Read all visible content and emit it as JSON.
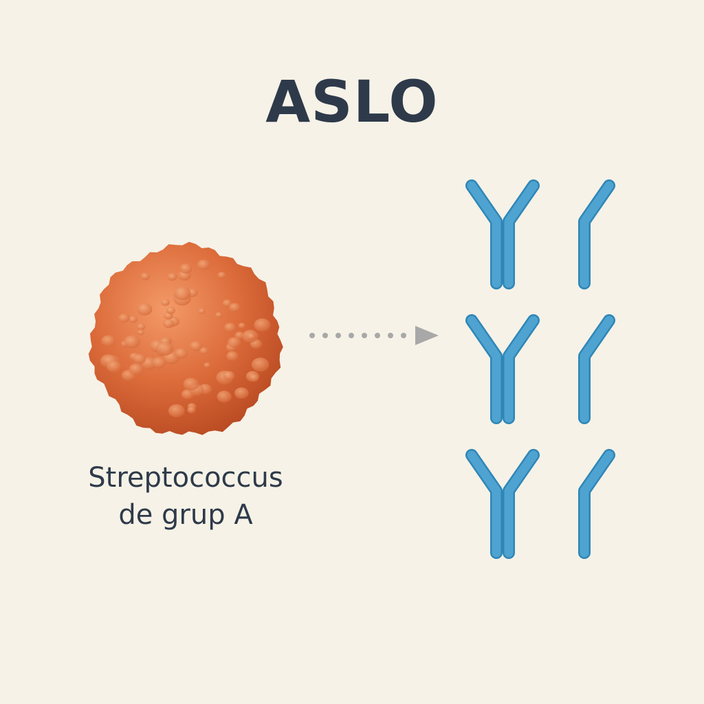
{
  "title": "ASLO",
  "organism": {
    "name_line1": "Streptococcus",
    "name_line2": "de grup A",
    "icon": "bacterium-icon",
    "color": "#d9693a"
  },
  "arrow": {
    "icon": "dotted-arrow-icon",
    "color": "#a8a8a8"
  },
  "antibodies": {
    "icon": "antibody-icon",
    "color": "#4ea3d0",
    "rows": 3,
    "per_row": 2
  }
}
